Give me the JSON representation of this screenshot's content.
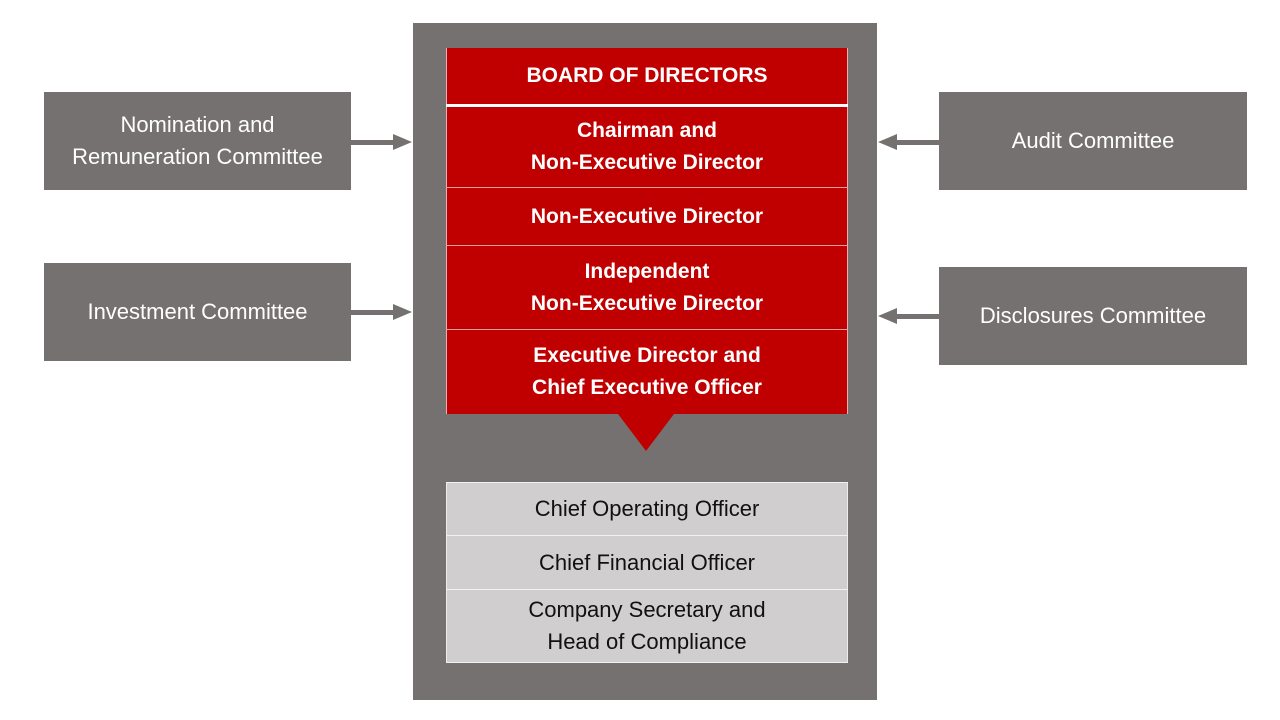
{
  "board": {
    "title": "BOARD OF DIRECTORS",
    "members": [
      "Chairman and\nNon-Executive Director",
      "Non-Executive Director",
      "Independent\nNon-Executive Director",
      "Executive Director and\nChief Executive Officer"
    ]
  },
  "management": [
    "Chief Operating Officer",
    "Chief Financial Officer",
    "Company Secretary and\nHead of Compliance"
  ],
  "committees": {
    "left": [
      "Nomination and\nRemuneration Committee",
      "Investment Committee"
    ],
    "right": [
      "Audit Committee",
      "Disclosures Committee"
    ]
  },
  "colors": {
    "board_red": "#c00000",
    "panel_gray": "#767171",
    "management_gray": "#d0cece"
  }
}
